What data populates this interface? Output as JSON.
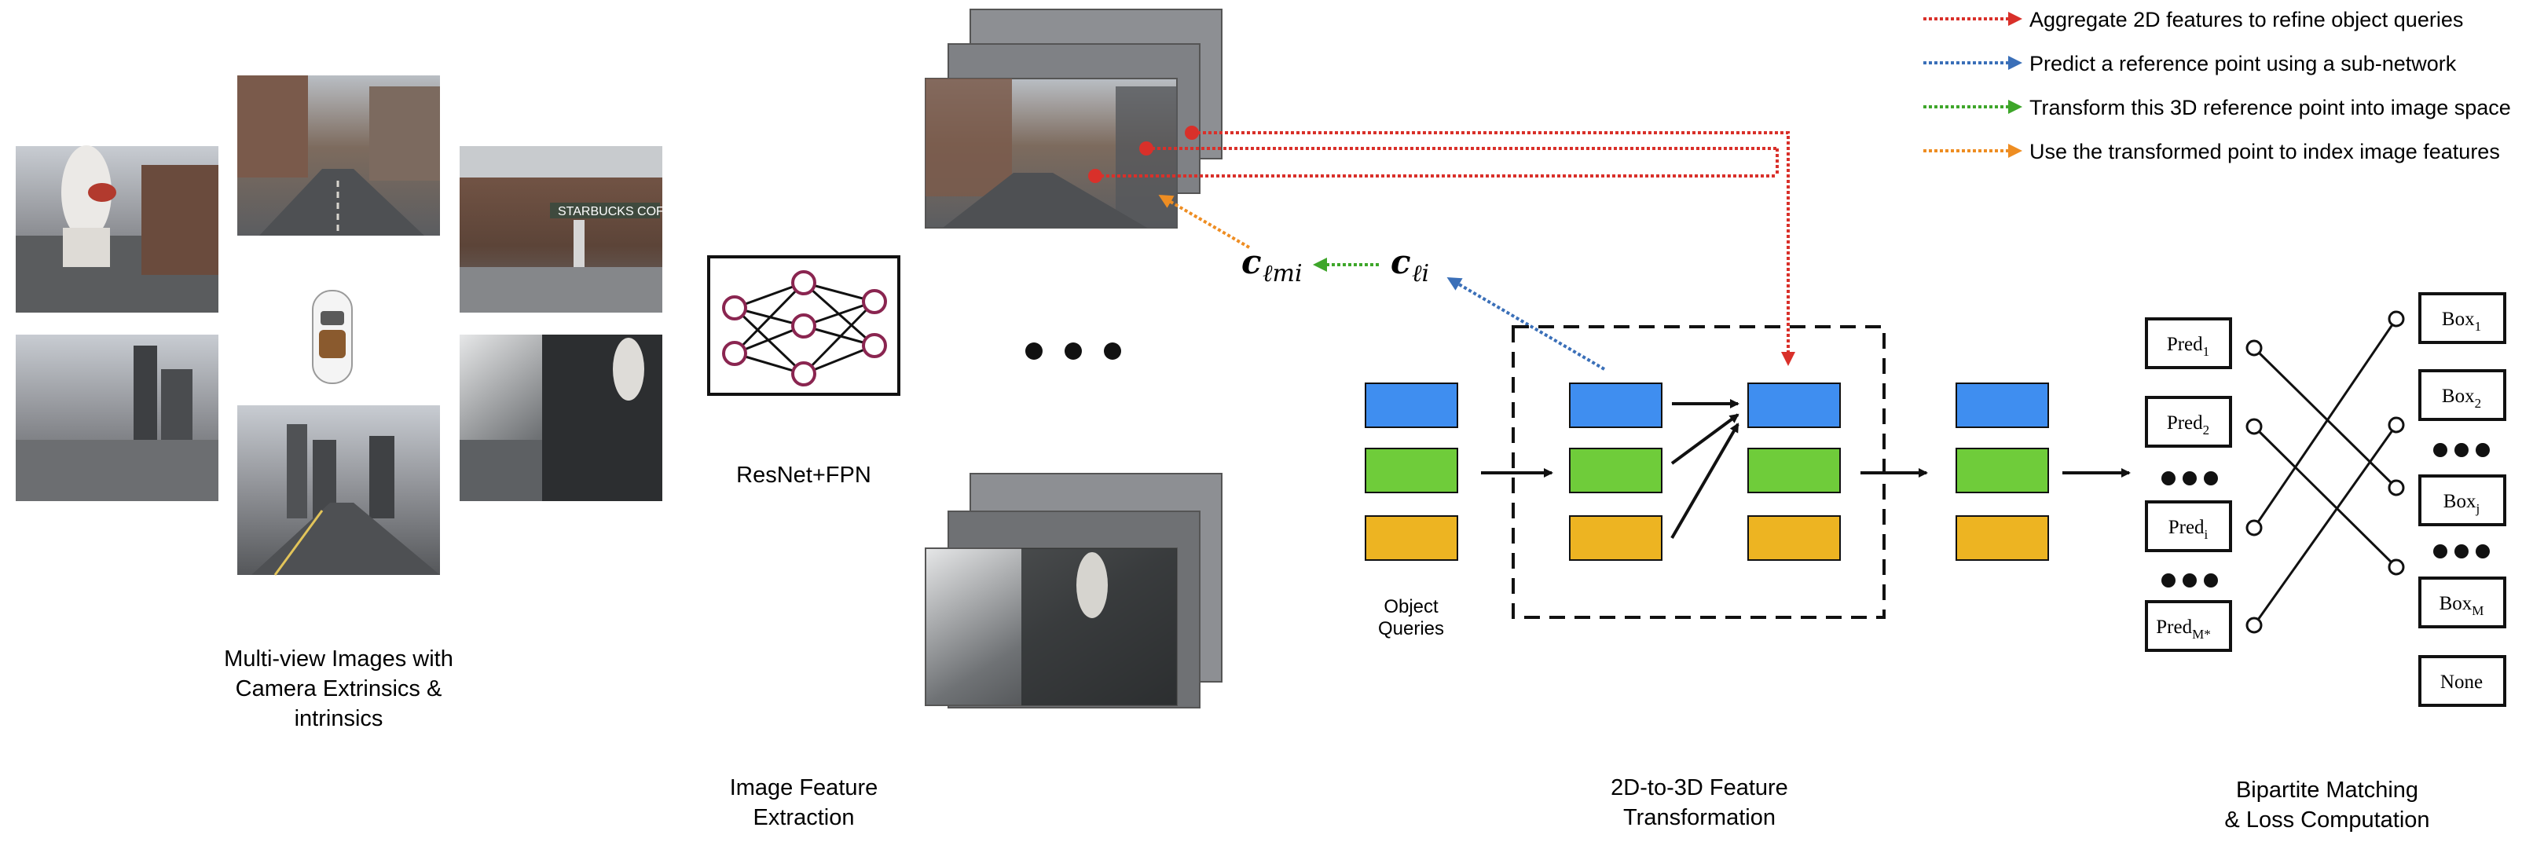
{
  "legend": [
    {
      "label": "Aggregate 2D features to refine object queries",
      "color": "#d9302a"
    },
    {
      "label": "Predict a reference point using a sub-network",
      "color": "#3a6fb8"
    },
    {
      "label": "Transform this 3D reference point into image space",
      "color": "#3ea62a"
    },
    {
      "label": "Use the transformed point to index image features",
      "color": "#ee8d22"
    }
  ],
  "stages": {
    "multiview": [
      "Multi-view Images with",
      "Camera Extrinsics &",
      "intrinsics"
    ],
    "backbone": "ResNet+FPN",
    "feature_extraction": [
      "Image Feature",
      "Extraction"
    ],
    "transformation": [
      "2D-to-3D Feature",
      "Transformation"
    ],
    "matching": [
      "Bipartite Matching",
      "& Loss Computation"
    ]
  },
  "object_queries": [
    "Object",
    "Queries"
  ],
  "math": {
    "c_lmi_base": "c",
    "c_lmi_sub": "ℓmi",
    "c_li_base": "c",
    "c_li_sub": "ℓi"
  },
  "preds": [
    {
      "base": "Pred",
      "sub": "1"
    },
    {
      "base": "Pred",
      "sub": "2"
    },
    {
      "base": "Pred",
      "sub": "i"
    },
    {
      "base": "Pred",
      "sub": "M*"
    }
  ],
  "boxes": [
    {
      "base": "Box",
      "sub": "1"
    },
    {
      "base": "Box",
      "sub": "2"
    },
    {
      "base": "Box",
      "sub": "j"
    },
    {
      "base": "Box",
      "sub": "M"
    },
    {
      "base": "None",
      "sub": ""
    }
  ],
  "colors": {
    "query_blue": "#3f8ef0",
    "query_green": "#6fcc3a",
    "query_yellow": "#edb422",
    "node": "#8a2550"
  }
}
